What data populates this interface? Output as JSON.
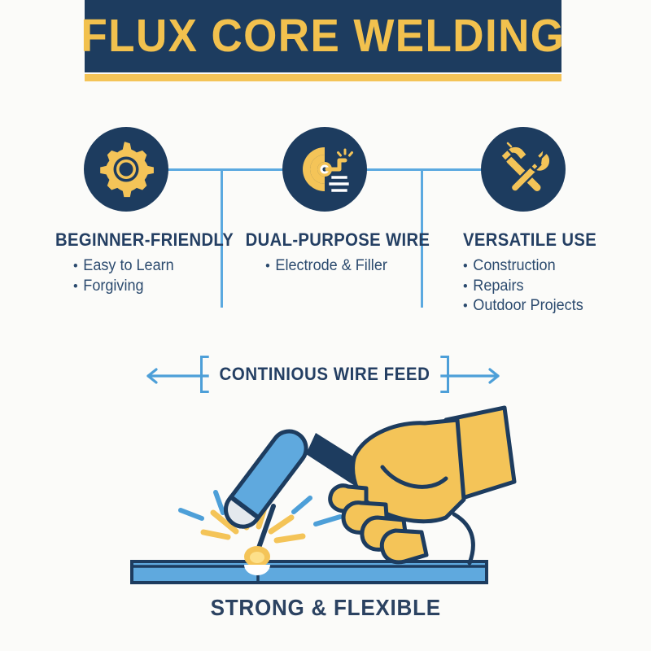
{
  "title": {
    "text": "FLUX CORE WELDING"
  },
  "colors": {
    "navy": "#1d3c5f",
    "gold": "#f2c14e",
    "light_blue": "#5ba9e0",
    "mid_blue": "#4d9fd8",
    "text_navy": "#243f63",
    "background": "#fbfbf9"
  },
  "features": [
    {
      "icon": "gear-icon",
      "heading": "BEGINNER-FRIENDLY",
      "bullets": [
        "Easy to Learn",
        "Forgiving"
      ]
    },
    {
      "icon": "wire-spool-icon",
      "heading": "DUAL-PURPOSE WIRE",
      "bullets": [
        "Electrode & Filler"
      ]
    },
    {
      "icon": "hammer-wrench-icon",
      "heading": "VERSATILE USE",
      "bullets": [
        "Construction",
        "Repairs",
        "Outdoor Projects"
      ]
    }
  ],
  "wire_feed": {
    "label": "CONTINIOUS WIRE FEED",
    "left_arrow": "double-headed-arrow-icon",
    "right_arrow": "arrow-right-icon"
  },
  "illustration": {
    "name": "welding-torch-illustration",
    "elements": [
      "gloved-hand",
      "welding-torch",
      "sparks",
      "metal-plate",
      "cable"
    ]
  },
  "caption": {
    "text": "STRONG & FLEXIBLE"
  }
}
